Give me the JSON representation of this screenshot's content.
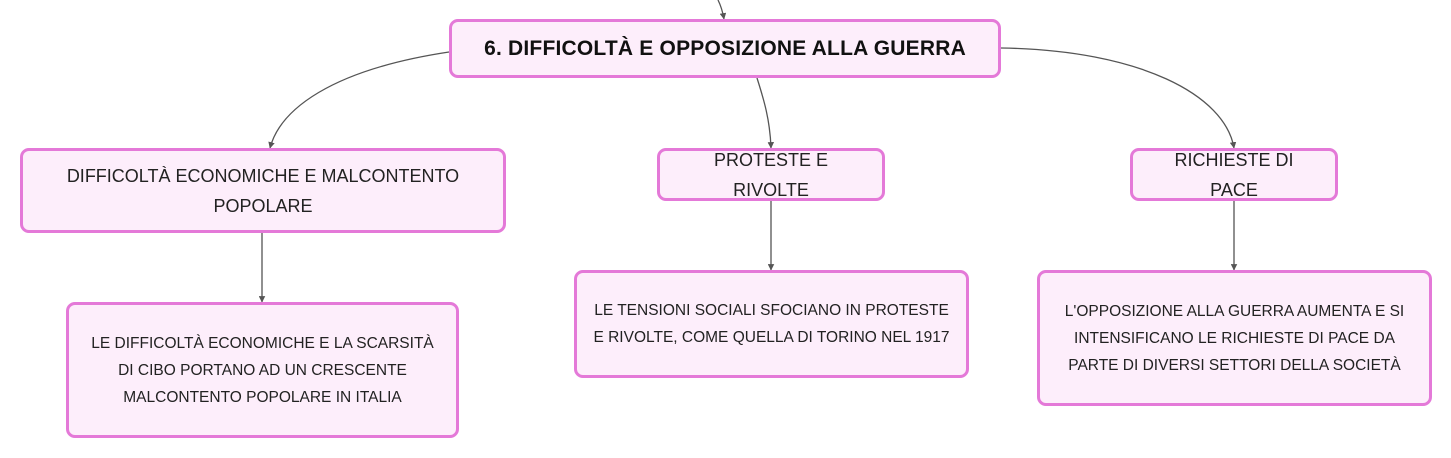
{
  "root": {
    "title": "6. DIFFICOLTÀ E OPPOSIZIONE ALLA GUERRA"
  },
  "branches": [
    {
      "label": "DIFFICOLTÀ ECONOMICHE E MALCONTENTO POPOLARE",
      "detail": "LE DIFFICOLTÀ ECONOMICHE E LA SCARSITÀ DI CIBO PORTANO AD UN CRESCENTE MALCONTENTO POPOLARE IN ITALIA"
    },
    {
      "label": "PROTESTE E RIVOLTE",
      "detail": "LE TENSIONI SOCIALI SFOCIANO IN PROTESTE E RIVOLTE, COME QUELLA DI TORINO NEL 1917"
    },
    {
      "label": "RICHIESTE DI PACE",
      "detail": "L'OPPOSIZIONE ALLA GUERRA AUMENTA E SI INTENSIFICANO LE RICHIESTE DI PACE DA PARTE DI DIVERSI SETTORI DELLA SOCIETÀ"
    }
  ],
  "colors": {
    "node_fill": "#fdeefb",
    "node_border": "#e479d8",
    "connector": "#555555"
  }
}
